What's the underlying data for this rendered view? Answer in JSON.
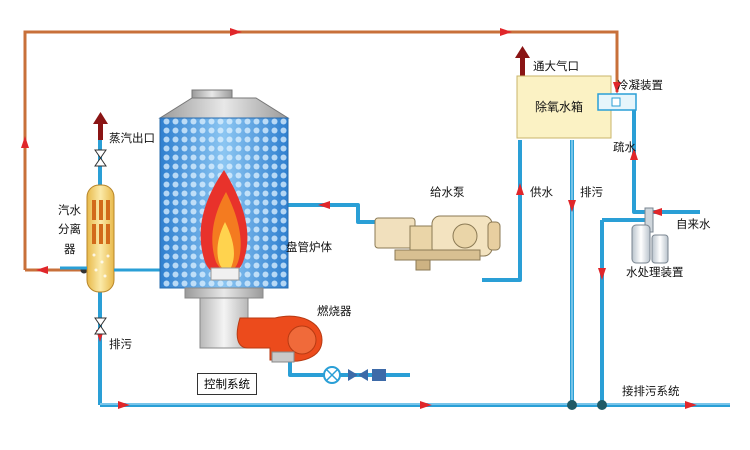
{
  "labels": {
    "steam_outlet": "蒸汽出口",
    "separator_1": "汽水",
    "separator_2": "分离",
    "separator_3": "器",
    "drain_left": "排污",
    "coil_furnace": "盘管炉体",
    "burner": "燃烧器",
    "control_system": "控制系统",
    "feed_pump": "给水泵",
    "vent": "通大气口",
    "deaerator": "除氧水箱",
    "condenser": "冷凝装置",
    "drain_water": "疏水",
    "supply_water": "供水",
    "drain_right": "排污",
    "tap_water": "自来水",
    "water_treatment": "水处理装置",
    "to_sewage": "接排污系统"
  },
  "colors": {
    "pipe_blue": "#2a9fd6",
    "pipe_brown": "#c8703a",
    "arrow_red": "#e0262a",
    "furnace_blue": "#3d8ed8",
    "flame_orange": "#f47b20",
    "burner_red": "#ec4b1c",
    "tank_cream": "#fbf2c4",
    "separator_yellow": "#f6d97e"
  },
  "icons": [
    "red-arrow-icon",
    "valve-icon",
    "flame-icon"
  ]
}
